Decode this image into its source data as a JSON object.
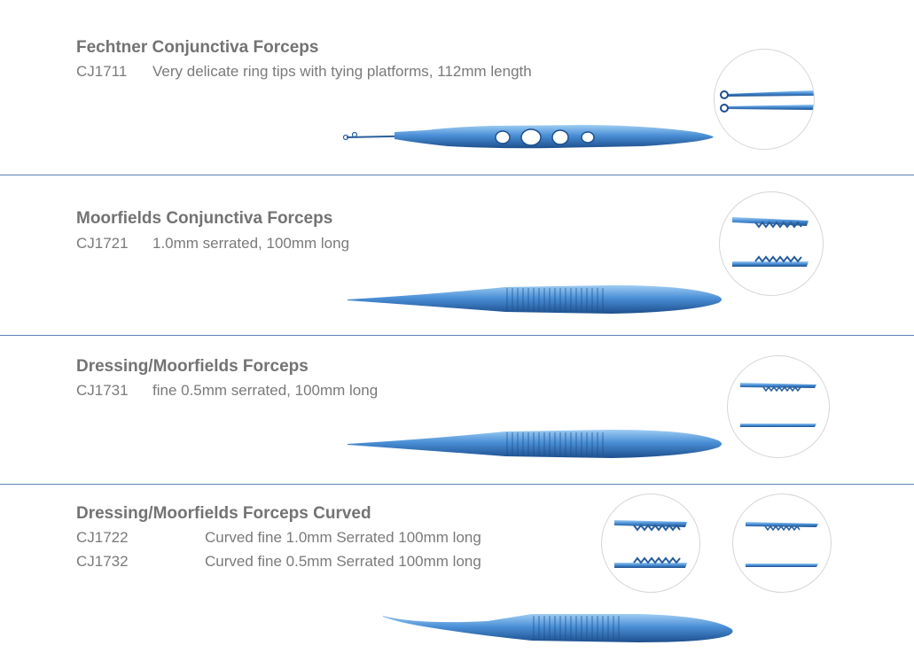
{
  "products": [
    {
      "title": "Fechtner Conjunctiva Forceps",
      "rows": [
        {
          "code": "CJ1711",
          "desc": "Very delicate ring tips with tying platforms, 112mm length"
        }
      ]
    },
    {
      "title": "Moorfields Conjunctiva Forceps",
      "rows": [
        {
          "code": "CJ1721",
          "desc": "1.0mm serrated, 100mm long"
        }
      ]
    },
    {
      "title": "Dressing/Moorfields Forceps",
      "rows": [
        {
          "code": "CJ1731",
          "desc": "fine 0.5mm serrated, 100mm long"
        }
      ]
    },
    {
      "title": "Dressing/Moorfields Forceps Curved",
      "rows": [
        {
          "code": "CJ1722",
          "desc": "Curved fine 1.0mm Serrated 100mm long"
        },
        {
          "code": "CJ1732",
          "desc": "Curved fine 0.5mm Serrated 100mm long"
        }
      ]
    }
  ],
  "colors": {
    "title": "#737373",
    "text": "#7a7a7a",
    "divider": "#5b7fb8",
    "instrument": "#3d7fc6",
    "instrument_dark": "#1f4f8a",
    "instrument_light": "#8fc0ec"
  }
}
